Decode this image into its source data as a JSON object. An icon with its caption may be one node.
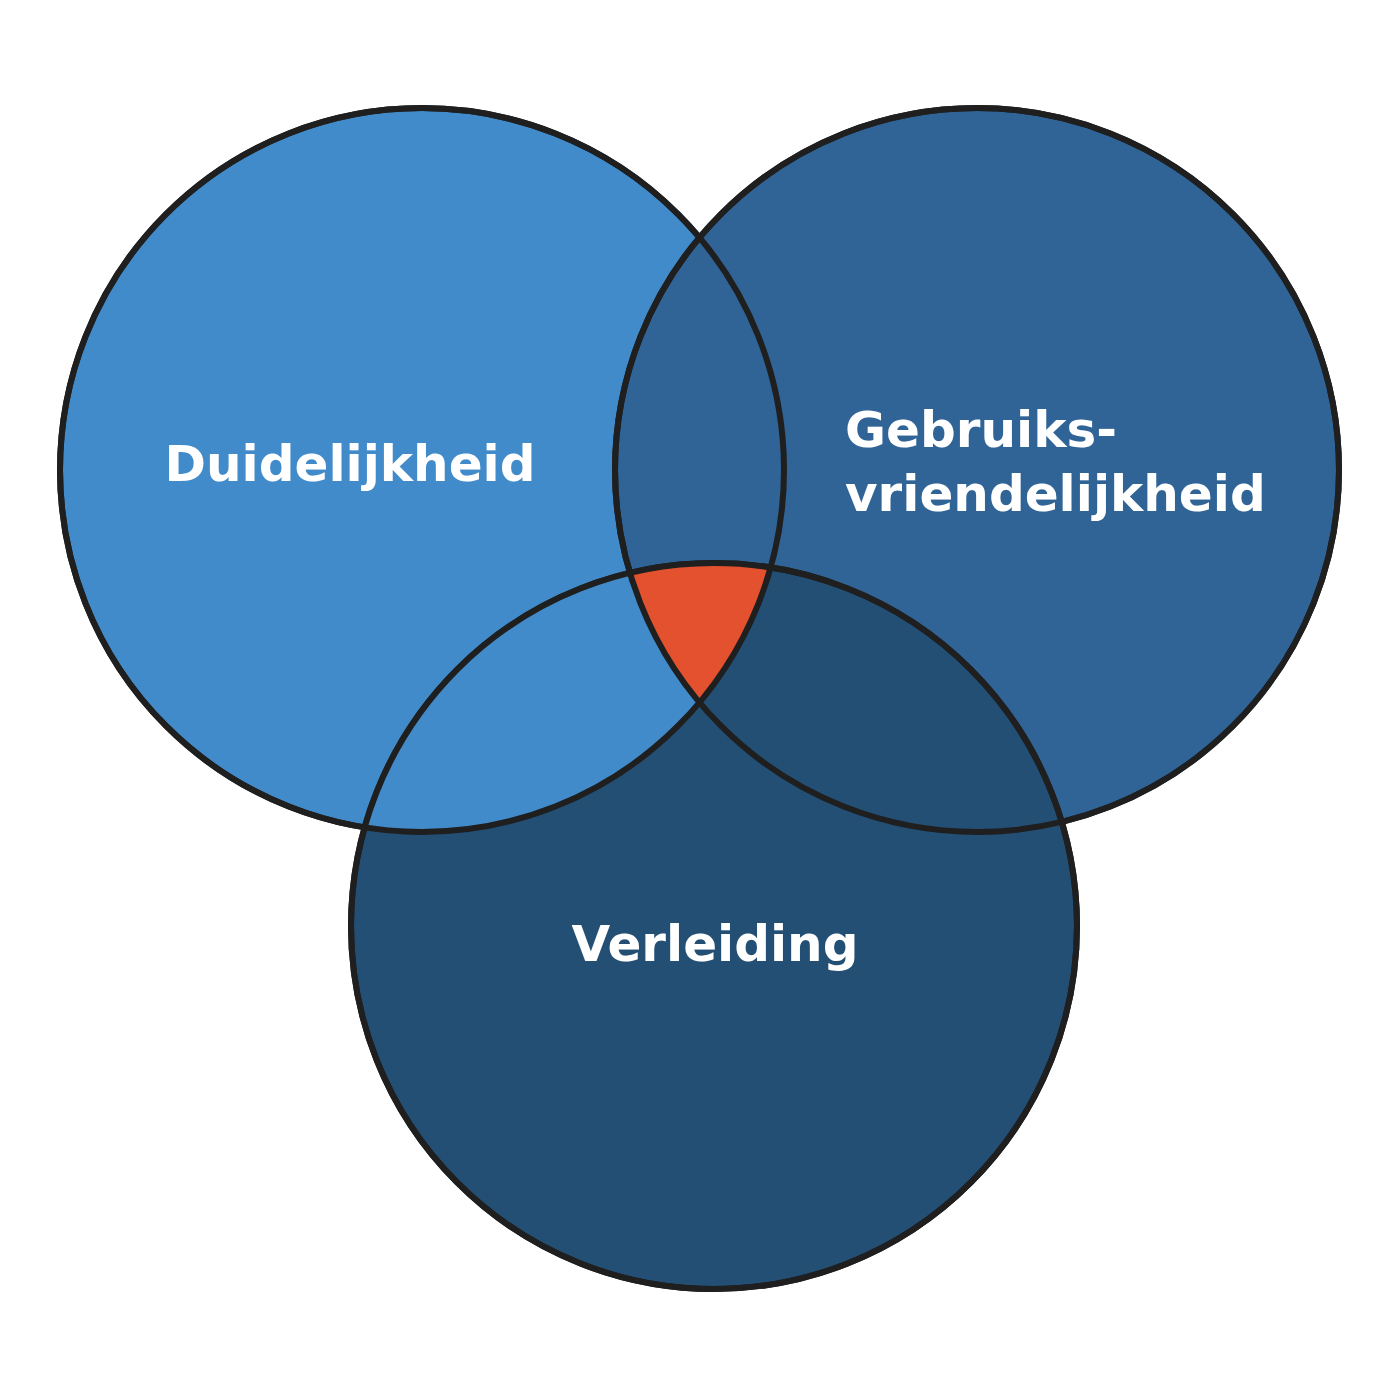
{
  "diagram": {
    "nodes": [
      {
        "text": [
          "Duidelijkheid"
        ]
      },
      {
        "text": [
          "Gebruiks- vriendelijkheid"
        ]
      },
      {
        "text": [
          "Verleiding"
        ]
      }
    ]
  }
}
